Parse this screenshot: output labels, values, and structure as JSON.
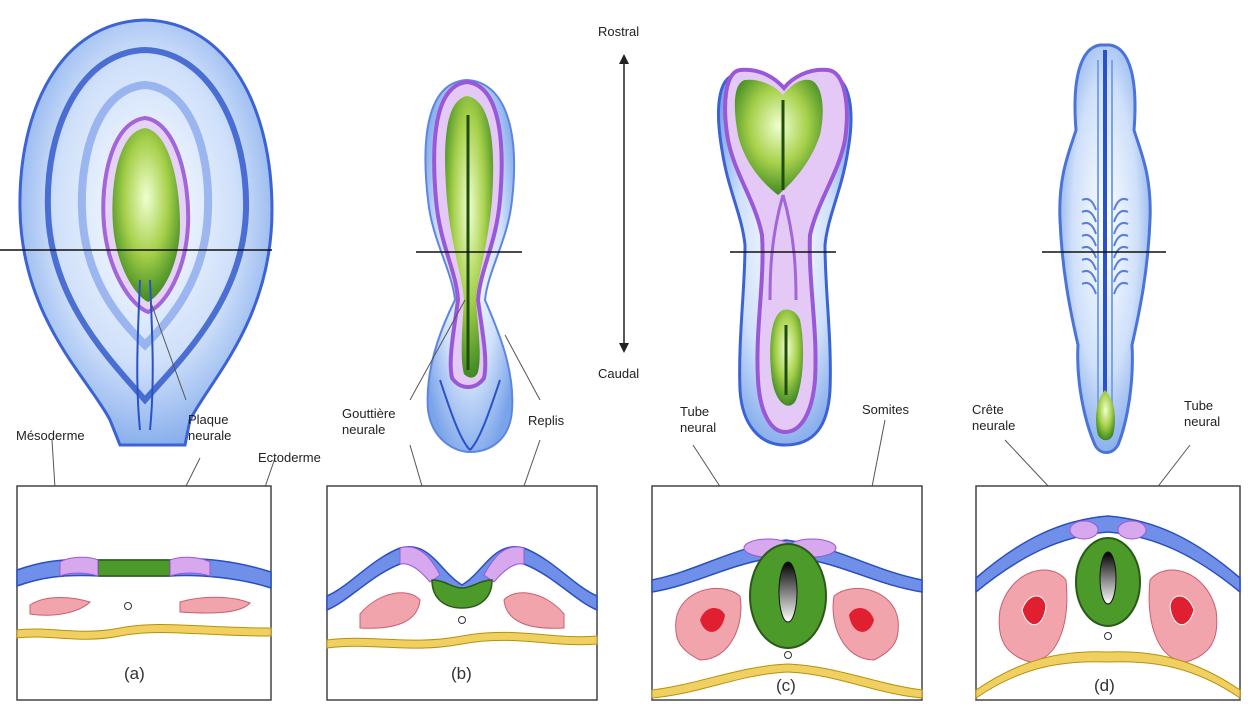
{
  "axis": {
    "top": "Rostral",
    "bottom": "Caudal"
  },
  "labels": {
    "mesoderme": "Mésoderme",
    "plaque_neurale": [
      "Plaque",
      "neurale"
    ],
    "ectoderme": "Ectoderme",
    "gouttiere_neurale": [
      "Gouttière",
      "neurale"
    ],
    "replis": "Replis",
    "tube_neural_c": [
      "Tube",
      "neural"
    ],
    "somites": "Somites",
    "crete_neurale": [
      "Crête",
      "neurale"
    ],
    "tube_neural_d": [
      "Tube",
      "neural"
    ]
  },
  "panels": [
    "(a)",
    "(b)",
    "(c)",
    "(d)"
  ],
  "colors": {
    "ectoderm_blue": "#4a6fd6",
    "neural_plate_green": "#4c9a2a",
    "neural_crest_violet": "#c890e8",
    "mesoderm_pink": "#f0a0a8",
    "endoderm_yellow": "#e8c040",
    "somite_red": "#e02030"
  }
}
